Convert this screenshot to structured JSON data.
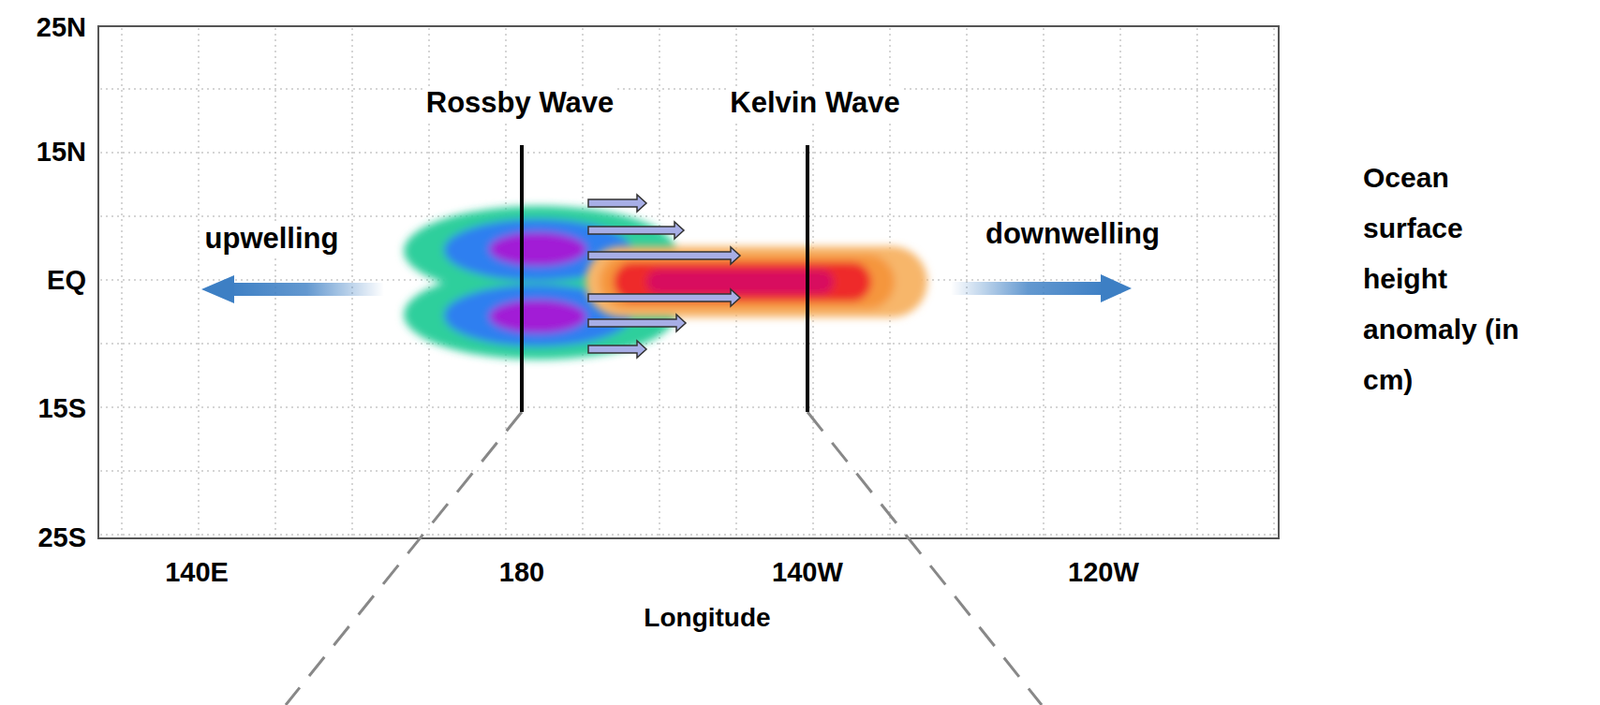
{
  "diagram": {
    "labels": [
      "25N",
      "15N",
      "EQ",
      "15S",
      "25S",
      "Rossby Wave",
      "Kelvin Wave",
      "upwelling",
      "downwelling",
      "Ocean surface height anomaly (in cm)",
      "140E",
      "180",
      "140W",
      "120W",
      "Longitude"
    ]
  }
}
